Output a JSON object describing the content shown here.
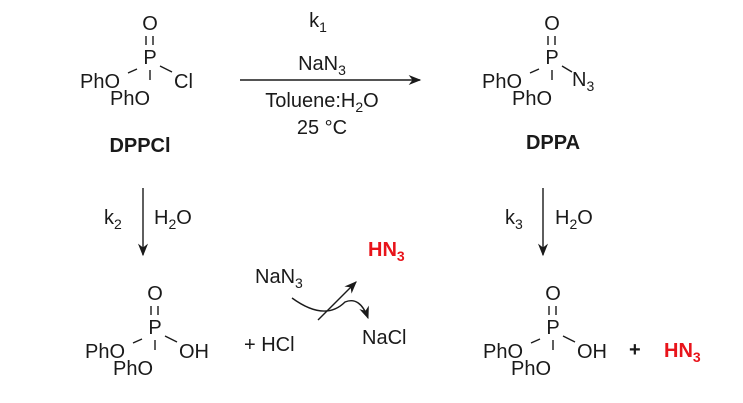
{
  "dppcl": {
    "o_top": "O",
    "p": "P",
    "pho_left": "PhO",
    "substituent": "Cl",
    "pho_bottom": "PhO",
    "name": "DPPCl"
  },
  "dppa": {
    "o_top": "O",
    "p": "P",
    "pho_left": "PhO",
    "substituent_main": "N",
    "substituent_sub": "3",
    "pho_bottom": "PhO",
    "name": "DPPA"
  },
  "reaction1": {
    "rate_main": "k",
    "rate_sub": "1",
    "reagent_main": "NaN",
    "reagent_sub": "3",
    "solvent_main": "Toluene:H",
    "solvent_sub": "2",
    "solvent_end": "O",
    "temperature": "25 °C"
  },
  "reaction2": {
    "rate_main": "k",
    "rate_sub": "2",
    "reagent_main": "H",
    "reagent_sub": "2",
    "reagent_end": "O"
  },
  "reaction3": {
    "rate_main": "k",
    "rate_sub": "3",
    "reagent_main": "H",
    "reagent_sub": "2",
    "reagent_end": "O"
  },
  "product_left": {
    "o_top": "O",
    "p": "P",
    "pho_left": "PhO",
    "oh": "OH",
    "pho_bottom": "PhO",
    "plus_hcl": "+ HCl"
  },
  "side_reaction": {
    "reagent_main": "NaN",
    "reagent_sub": "3",
    "product_main": "HN",
    "product_sub": "3",
    "byproduct": "NaCl"
  },
  "product_right": {
    "o_top": "O",
    "p": "P",
    "pho_left": "PhO",
    "oh": "OH",
    "pho_bottom": "PhO",
    "plus": "+",
    "hn3_main": "HN",
    "hn3_sub": "3"
  },
  "colors": {
    "highlight": "#e8141b",
    "ink": "#1a1a1a"
  }
}
